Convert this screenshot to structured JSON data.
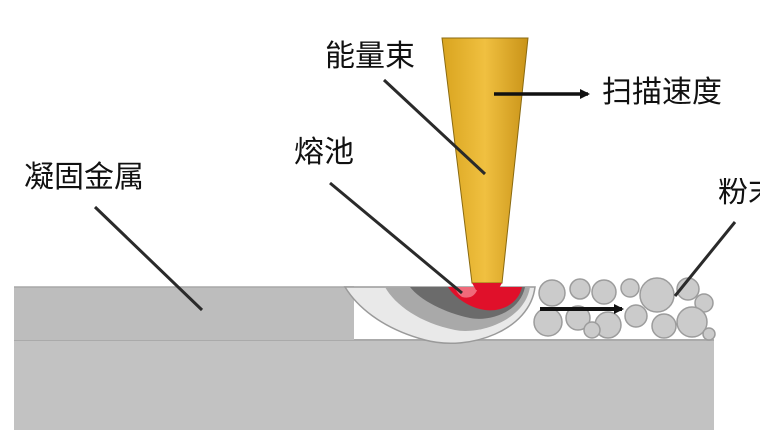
{
  "labels": {
    "beam": "能量束",
    "scan_speed": "扫描速度",
    "melt_pool": "熔池",
    "solidified_metal": "凝固金属",
    "powder": "粉末"
  },
  "colors": {
    "beam": "#e8b830",
    "substrate": "#bdbdbd",
    "melt_pool": "#e0102a",
    "powder": "#c9c9c9",
    "leader": "#2a2a2a"
  }
}
